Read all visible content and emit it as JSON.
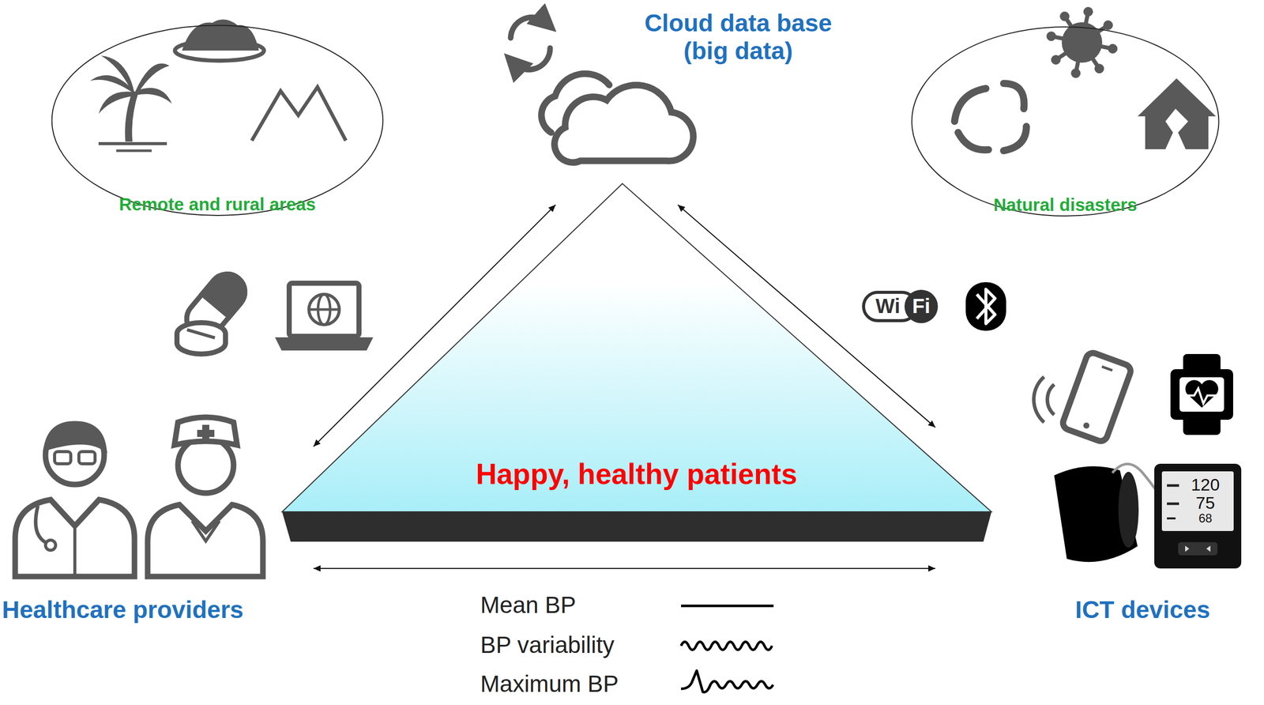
{
  "diagram": {
    "nodes": [
      {
        "text": [
          "Remote and rural areas"
        ]
      },
      {
        "text": [
          "Cloud data base (big data)"
        ]
      },
      {
        "text": [
          "Natural disasters"
        ]
      },
      {
        "text": [
          "Happy, healthy patients"
        ]
      },
      {
        "text": [
          "Healthcare providers"
        ]
      },
      {
        "text": [
          "ICT devices"
        ]
      }
    ],
    "edges": [
      {
        "from": 1,
        "to": 4,
        "arrow": "both"
      },
      {
        "from": 1,
        "to": 5,
        "arrow": "both"
      },
      {
        "from": 4,
        "to": 5,
        "arrow": "both"
      }
    ],
    "labels": [
      "Wi",
      "Fi",
      "120",
      "75",
      "68"
    ],
    "legend": [
      {
        "text": "Mean BP"
      },
      {
        "text": "BP variability"
      },
      {
        "text": "Maximum BP"
      }
    ]
  }
}
